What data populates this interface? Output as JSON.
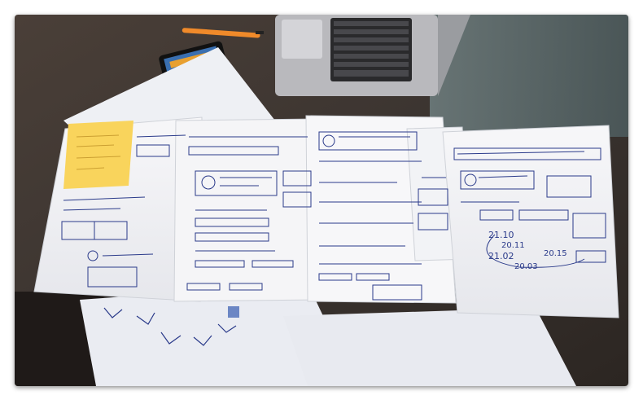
{
  "scene": {
    "colors": {
      "table_dark": "#3b3430",
      "table_glass": "#5d6e70",
      "paper": "#f4f4f6",
      "paper_shadow": "#cfd2d8",
      "sticky_note": "#f9d45c",
      "ink": "#2a3a8a",
      "laptop_body": "#c9c9cc",
      "keys": "#2a2a2c",
      "pen": "#f08a2a"
    },
    "handwriting": {
      "sketch_time_1": "21.10",
      "sketch_time_2": "20.11",
      "sketch_time_3": "21.02",
      "sketch_time_4": "20.03",
      "sketch_time_5": "20.15"
    }
  }
}
